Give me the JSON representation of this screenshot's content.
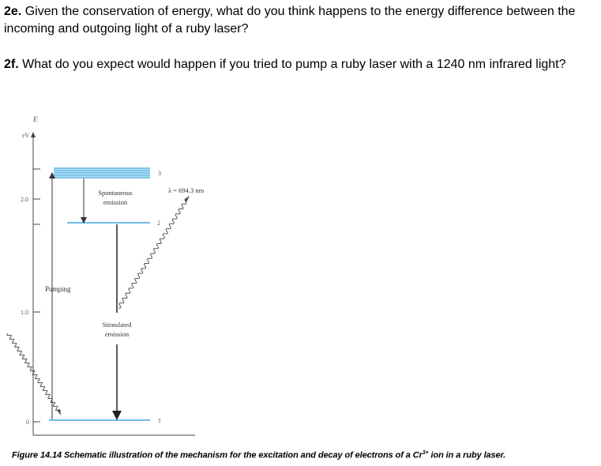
{
  "questions": [
    {
      "number": "2e.",
      "text": " Given the conservation of energy, what  do you think happens to the energy difference between the incoming and outgoing light of a ruby laser?"
    },
    {
      "number": "2f.",
      "text": " What do you expect would happen if you tried to pump a ruby laser with a 1240 nm infrared light?"
    }
  ],
  "figure": {
    "axis_label_top": "E",
    "axis_label_unit": "eV",
    "ticks": [
      "2.0",
      "1.0",
      "0"
    ],
    "levels": [
      "3",
      "2",
      "1"
    ],
    "pumping_label": "Pumping",
    "spontaneous_label_1": "Spontaneous",
    "spontaneous_label_2": "emission",
    "stimulated_label_1": "Stimulated",
    "stimulated_label_2": "emission",
    "wavelength_label": "λ = 694.3 nm",
    "colors": {
      "level_line": "#3fa7e0",
      "band_fill": "#b9e1f5",
      "axis": "#444444"
    }
  },
  "caption": {
    "prefix": "Figure 14.14 Schematic illustration of the mechanism for the excitation and decay of electrons of a Cr",
    "superscript": "3+",
    "suffix": " ion in a ruby laser."
  }
}
